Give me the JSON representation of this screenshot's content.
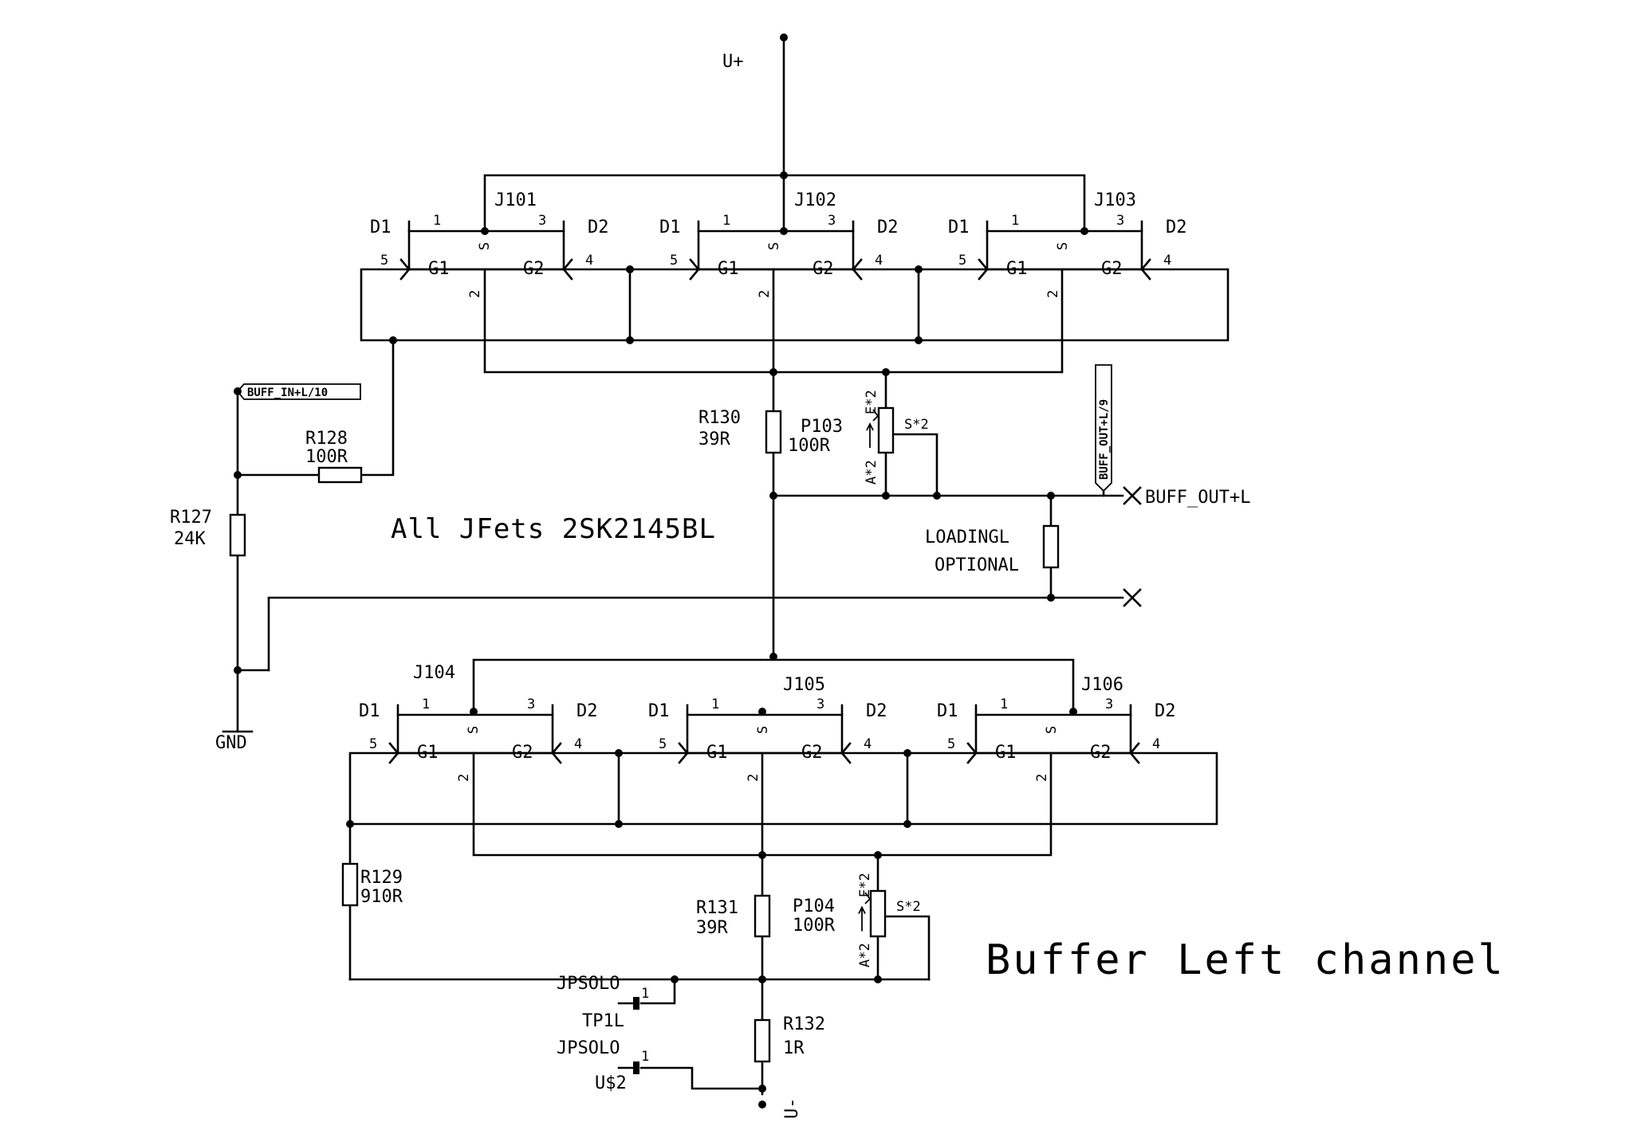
{
  "power": {
    "vplus": "U+",
    "vminus": "U-",
    "gnd": "GND"
  },
  "jfets": [
    {
      "ref": "J101",
      "g1": "G1",
      "g2": "G2",
      "s": "S",
      "d1": "D1",
      "d2": "D2",
      "p1": "1",
      "p2": "2",
      "p3": "3",
      "p4": "4",
      "p5": "5"
    },
    {
      "ref": "J102",
      "g1": "G1",
      "g2": "G2",
      "s": "S",
      "d1": "D1",
      "d2": "D2",
      "p1": "1",
      "p2": "2",
      "p3": "3",
      "p4": "4",
      "p5": "5"
    },
    {
      "ref": "J103",
      "g1": "G1",
      "g2": "G2",
      "s": "S",
      "d1": "D1",
      "d2": "D2",
      "p1": "1",
      "p2": "2",
      "p3": "3",
      "p4": "4",
      "p5": "5"
    },
    {
      "ref": "J104",
      "g1": "G1",
      "g2": "G2",
      "s": "S",
      "d1": "D1",
      "d2": "D2",
      "p1": "1",
      "p2": "2",
      "p3": "3",
      "p4": "4",
      "p5": "5"
    },
    {
      "ref": "J105",
      "g1": "G1",
      "g2": "G2",
      "s": "S",
      "d1": "D1",
      "d2": "D2",
      "p1": "1",
      "p2": "2",
      "p3": "3",
      "p4": "4",
      "p5": "5"
    },
    {
      "ref": "J106",
      "g1": "G1",
      "g2": "G2",
      "s": "S",
      "d1": "D1",
      "d2": "D2",
      "p1": "1",
      "p2": "2",
      "p3": "3",
      "p4": "4",
      "p5": "5"
    }
  ],
  "resistors": {
    "r127": {
      "ref": "R127",
      "value": "24K"
    },
    "r128": {
      "ref": "R128",
      "value": "100R"
    },
    "r129": {
      "ref": "R129",
      "value": "910R"
    },
    "r130": {
      "ref": "R130",
      "value": "39R"
    },
    "r131": {
      "ref": "R131",
      "value": "39R"
    },
    "r132": {
      "ref": "R132",
      "value": "1R"
    },
    "loading": {
      "ref": "LOADINGL",
      "value": "OPTIONAL"
    }
  },
  "pots": {
    "p103": {
      "ref": "P103",
      "value": "100R",
      "e": "E*2",
      "a": "A*2",
      "s": "S*2"
    },
    "p104": {
      "ref": "P104",
      "value": "100R",
      "e": "E*2",
      "a": "A*2",
      "s": "S*2"
    }
  },
  "jumpers": [
    {
      "name": "JPSOLO",
      "ref": "TP1L",
      "pin": "1"
    },
    {
      "name": "JPSOLO",
      "ref": "U$2",
      "pin": "1"
    }
  ],
  "flags": {
    "buff_in": "BUFF_IN+L/10",
    "buff_out": "BUFF_OUT+L/9",
    "out_net": "BUFF_OUT+L"
  },
  "notes": {
    "jfet_type": "All JFets 2SK2145BL",
    "title": "Buffer Left channel"
  }
}
